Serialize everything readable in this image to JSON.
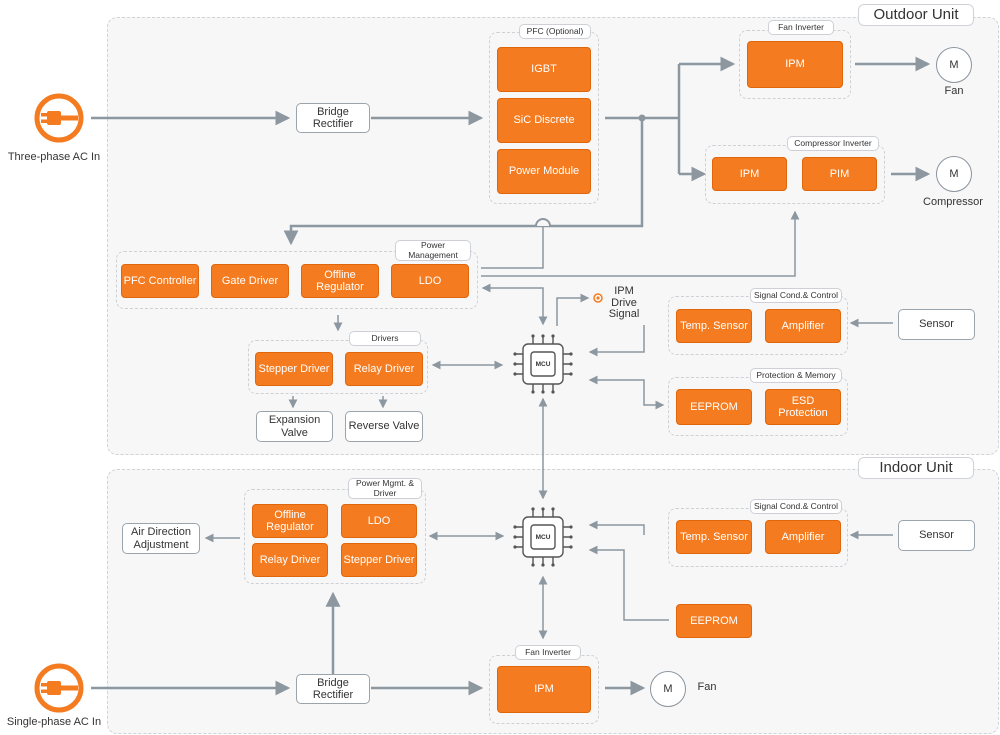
{
  "colors": {
    "accent": "#f47b20",
    "wire": "#8c97a0",
    "frame": "#cfd3d8"
  },
  "outdoor": {
    "title": "Outdoor Unit",
    "ac_input_label": "Three-phase AC In",
    "bridge_rectifier": "Bridge\nRectifier",
    "pfc": {
      "label": "PFC (Optional)",
      "items": [
        "IGBT",
        "SiC Discrete",
        "Power Module"
      ]
    },
    "fan_inverter": {
      "label": "Fan Inverter",
      "ipm": "IPM",
      "motor": "M",
      "motor_label": "Fan"
    },
    "compressor_inverter": {
      "label": "Compressor Inverter",
      "ipm": "IPM",
      "pim": "PIM",
      "motor": "M",
      "motor_label": "Compressor"
    },
    "power_management": {
      "label": "Power\nManagement",
      "items": [
        "PFC Controller",
        "Gate Driver",
        "Offline\nRegulator",
        "LDO"
      ]
    },
    "ipm_drive_signal": "IPM\nDrive\nSignal",
    "drivers": {
      "label": "Drivers",
      "items": [
        "Stepper Driver",
        "Relay Driver"
      ]
    },
    "expansion_valve": "Expansion\nValve",
    "reverse_valve": "Reverse Valve",
    "mcu": "MCU",
    "signal_cond": {
      "label": "Signal Cond.& Control",
      "items": [
        "Temp. Sensor",
        "Amplifier"
      ]
    },
    "sensor": "Sensor",
    "protection": {
      "label": "Protection & Memory",
      "items": [
        "EEPROM",
        "ESD\nProtection"
      ]
    }
  },
  "indoor": {
    "title": "Indoor Unit",
    "power_mgmt": {
      "label": "Power Mgmt. &\nDriver",
      "items": [
        "Offline\nRegulator",
        "LDO",
        "Relay Driver",
        "Stepper Driver"
      ]
    },
    "air_direction": "Air Direction\nAdjustment",
    "mcu": "MCU",
    "signal_cond": {
      "label": "Signal Cond.& Control",
      "items": [
        "Temp. Sensor",
        "Amplifier"
      ]
    },
    "sensor": "Sensor",
    "eeprom": "EEPROM",
    "ac_input_label": "Single-phase AC In",
    "bridge_rectifier": "Bridge\nRectifier",
    "fan_inverter": {
      "label": "Fan Inverter",
      "ipm": "IPM",
      "motor": "M",
      "motor_label": "Fan"
    }
  }
}
